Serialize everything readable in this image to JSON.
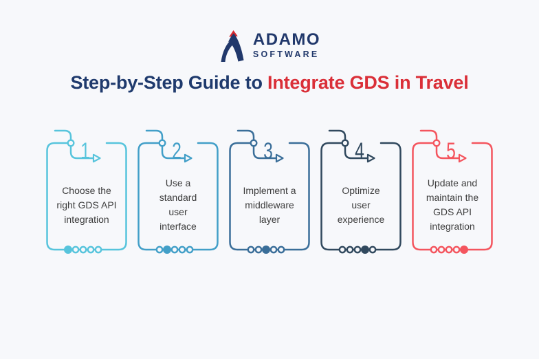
{
  "background": "#F7F8FB",
  "text_color": "#3C3C3C",
  "logo": {
    "name": "ADAMO",
    "subname": "SOFTWARE",
    "text_color": "#21386B",
    "accent_color": "#D7282F"
  },
  "title": {
    "prefix": "Step-by-Step Guide to ",
    "highlight": "Integrate GDS in Travel",
    "prefix_color": "#1F3A6D",
    "highlight_color": "#DA2F38"
  },
  "steps": [
    {
      "number": "1",
      "label": "Choose the\nright GDS API\nintegration",
      "color": "#57C4DC"
    },
    {
      "number": "2",
      "label": "Use a\nstandard\nuser\ninterface",
      "color": "#429FC8"
    },
    {
      "number": "3",
      "label": "Implement a\nmiddleware\nlayer",
      "color": "#3A6E99"
    },
    {
      "number": "4",
      "label": "Optimize\nuser\nexperience",
      "color": "#31495E"
    },
    {
      "number": "5",
      "label": "Update and\nmaintain the\nGDS API\nintegration",
      "color": "#F4555E"
    }
  ]
}
